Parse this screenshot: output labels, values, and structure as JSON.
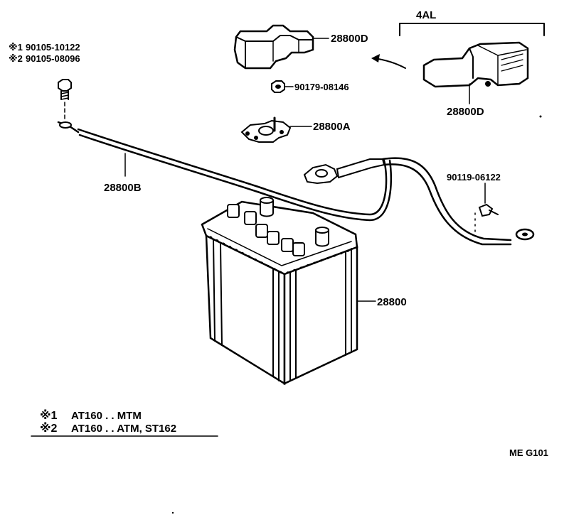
{
  "parts": {
    "battery": "28800",
    "positive_cable": "28800B",
    "clamp": "28800A",
    "terminal_cover_top": "28800D",
    "terminal_cover_4al": "28800D",
    "nut": "90179-08146",
    "bolt_ground": "90119-06122",
    "bolt_note1": "90105-10122",
    "bolt_note2": "90105-08096"
  },
  "group_label": "4AL",
  "note_marks": {
    "one": "※1",
    "two": "※2"
  },
  "notes": [
    {
      "mark": "※1",
      "text": "AT160 . . MTM"
    },
    {
      "mark": "※2",
      "text": "AT160 . . ATM, ST162"
    }
  ],
  "figure_code": "ME G101"
}
